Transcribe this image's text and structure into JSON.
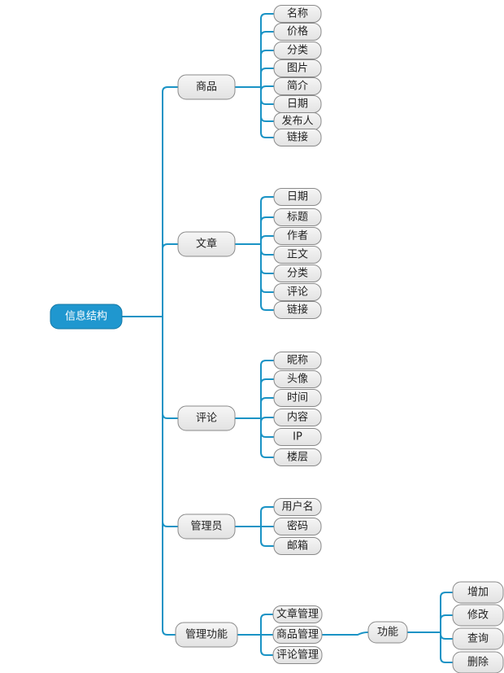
{
  "colors": {
    "line": "#1a93c5",
    "root_fill": "#1f97cf",
    "root_stroke": "#1478a6",
    "node_fill_top": "#f6f6f6",
    "node_fill_bottom": "#e2e2e2",
    "node_stroke": "#8a8a8a"
  },
  "root": {
    "label": "信息结构",
    "children": [
      {
        "label": "商品",
        "children": [
          {
            "label": "名称"
          },
          {
            "label": "价格"
          },
          {
            "label": "分类"
          },
          {
            "label": "图片"
          },
          {
            "label": "简介"
          },
          {
            "label": "日期"
          },
          {
            "label": "发布人"
          },
          {
            "label": "链接"
          }
        ]
      },
      {
        "label": "文章",
        "children": [
          {
            "label": "日期"
          },
          {
            "label": "标题"
          },
          {
            "label": "作者"
          },
          {
            "label": "正文"
          },
          {
            "label": "分类"
          },
          {
            "label": "评论"
          },
          {
            "label": "链接"
          }
        ]
      },
      {
        "label": "评论",
        "children": [
          {
            "label": "昵称"
          },
          {
            "label": "头像"
          },
          {
            "label": "时间"
          },
          {
            "label": "内容"
          },
          {
            "label": "IP"
          },
          {
            "label": "楼层"
          }
        ]
      },
      {
        "label": "管理员",
        "children": [
          {
            "label": "用户名"
          },
          {
            "label": "密码"
          },
          {
            "label": "邮箱"
          }
        ]
      },
      {
        "label": "管理功能",
        "children": [
          {
            "label": "文章管理"
          },
          {
            "label": "商品管理",
            "children": [
              {
                "label": "功能",
                "children": [
                  {
                    "label": "增加"
                  },
                  {
                    "label": "修改"
                  },
                  {
                    "label": "查询"
                  },
                  {
                    "label": "删除"
                  }
                ]
              }
            ]
          },
          {
            "label": "评论管理"
          }
        ]
      }
    ]
  }
}
